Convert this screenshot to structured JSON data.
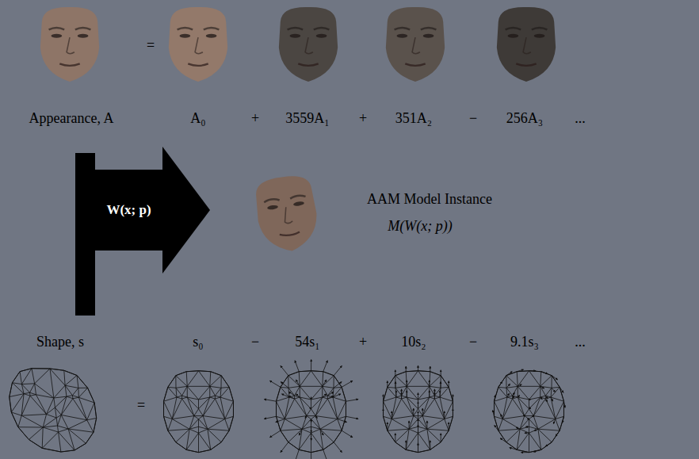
{
  "diagram": {
    "nodes": [
      {
        "text": [
          "W(x; p)"
        ]
      }
    ],
    "labels": [
      "=",
      "Appearance, A",
      "A₀",
      "+",
      "3559A₁",
      "+",
      "351A₂",
      "−",
      "256A₃",
      "...",
      "AAM Model Instance",
      "M(W(x; p))",
      "Shape, s",
      "s₀",
      "−",
      "54s₁",
      "+",
      "10s₂",
      "−",
      "9.1s₃",
      "...",
      "="
    ]
  }
}
